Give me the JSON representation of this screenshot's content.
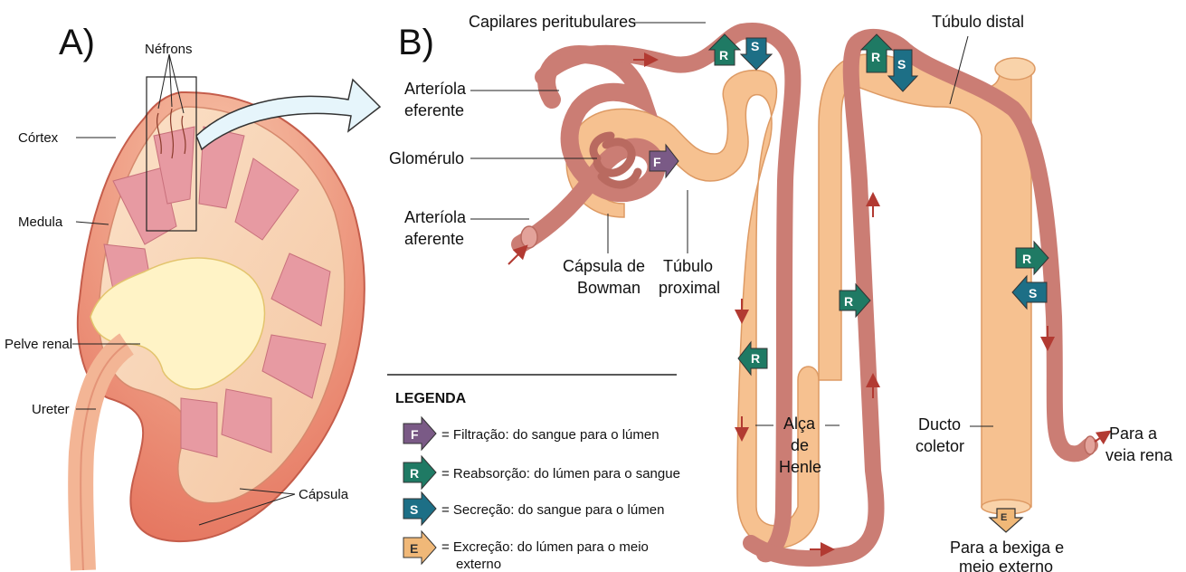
{
  "panel_a": {
    "letter": "A)",
    "nefrons": "Néfrons",
    "cortex": "Córtex",
    "medula": "Medula",
    "pelve": "Pelve renal",
    "ureter": "Ureter",
    "capsula": "Cápsula"
  },
  "panel_b": {
    "letter": "B)",
    "capilares": "Capilares peritubulares",
    "tubulo_distal": "Túbulo distal",
    "arteriola_eferente": [
      "Arteríola",
      "eferente"
    ],
    "glomerulo": "Glomérulo",
    "arteriola_aferente": [
      "Arteríola",
      "aferente"
    ],
    "capsula_bowman": [
      "Cápsula de",
      "Bowman"
    ],
    "tubulo_proximal": [
      "Túbulo",
      "proximal"
    ],
    "alca_henle": [
      "Alça",
      "de",
      "Henle"
    ],
    "ducto_coletor": [
      "Ducto",
      "coletor"
    ],
    "veia_renal": [
      "Para a",
      "veia rena"
    ],
    "bexiga": [
      "Para a bexiga e",
      "meio externo"
    ]
  },
  "badges": {
    "F": "F",
    "R": "R",
    "S": "S",
    "E": "E"
  },
  "legend": {
    "title": "LEGENDA",
    "items": [
      {
        "key": "F",
        "text": "= Filtração: do sangue para o lúmen",
        "color": "#7a5a86"
      },
      {
        "key": "R",
        "text": "= Reabsorção: do lúmen para o sangue",
        "color": "#1f7a64"
      },
      {
        "key": "S",
        "text": "= Secreção: do sangue para o lúmen",
        "color": "#1d6f86"
      },
      {
        "key": "E",
        "text": "= Excreção: do lúmen para o meio",
        "text2": "externo",
        "color": "#f0b878"
      }
    ]
  },
  "colors": {
    "vessel": "#c97b74",
    "tubule": "#f6c08c",
    "kidney_pink": "#e3a0a6",
    "capsule": "#e9806a"
  }
}
